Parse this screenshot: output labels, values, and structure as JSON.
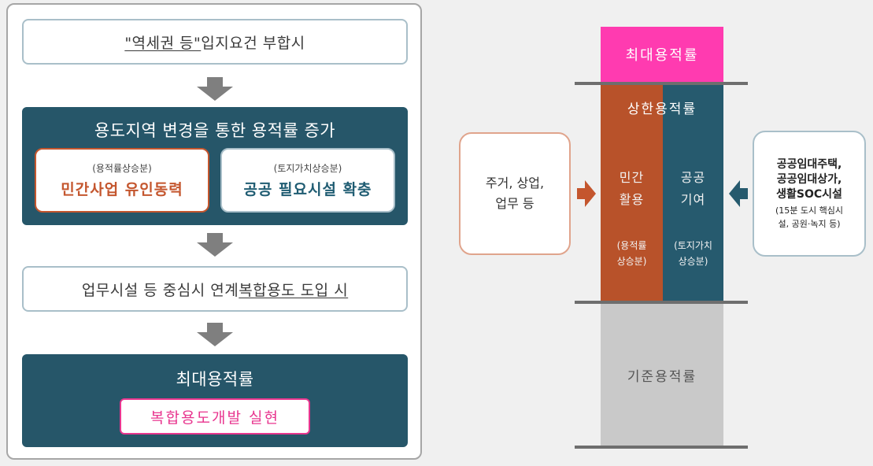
{
  "left": {
    "step1": {
      "pre": "\"역세권 등\"",
      "post": " 입지요건 부합시"
    },
    "block1": {
      "title": "용도지역 변경을 통한 용적률 증가",
      "private": {
        "small": "(용적률상승분)",
        "big": "민간사업 유인동력"
      },
      "public": {
        "small": "(토지가치상승분)",
        "big": "공공 필요시설 확충"
      }
    },
    "step2": {
      "pre": "업무시설 등 중심시 연계 ",
      "post": "복합용도 도입 시"
    },
    "block2": {
      "title": "최대용적률",
      "sub": "복합용도개발 실현"
    }
  },
  "right": {
    "max_far": "최대용적률",
    "upper_far": "상한용적률",
    "private_col": {
      "line1": "민간",
      "line2": "활용",
      "sub1": "(용적률",
      "sub2": "상승분)"
    },
    "public_col": {
      "line1": "공공",
      "line2": "기여",
      "sub1": "(토지가치",
      "sub2": "상승분)"
    },
    "base_far": "기준용적률",
    "left_box": {
      "line1": "주거, 상업,",
      "line2": "업무 등"
    },
    "right_box": {
      "line1": "공공임대주택,",
      "line2": "공공임대상가,",
      "line3": "생활SOC시설",
      "line4": "(15분 도시 핵심시",
      "line5": "설, 공원·녹지 등)"
    }
  },
  "colors": {
    "dark_teal": "#265669",
    "private_orange": "#b8522a",
    "public_teal": "#265a6e",
    "magenta": "#ff3bb0",
    "base_gray": "#c9c9c9",
    "private_text": "#c4562e",
    "public_text": "#1f5c72",
    "sub_pink": "#e8368f"
  }
}
